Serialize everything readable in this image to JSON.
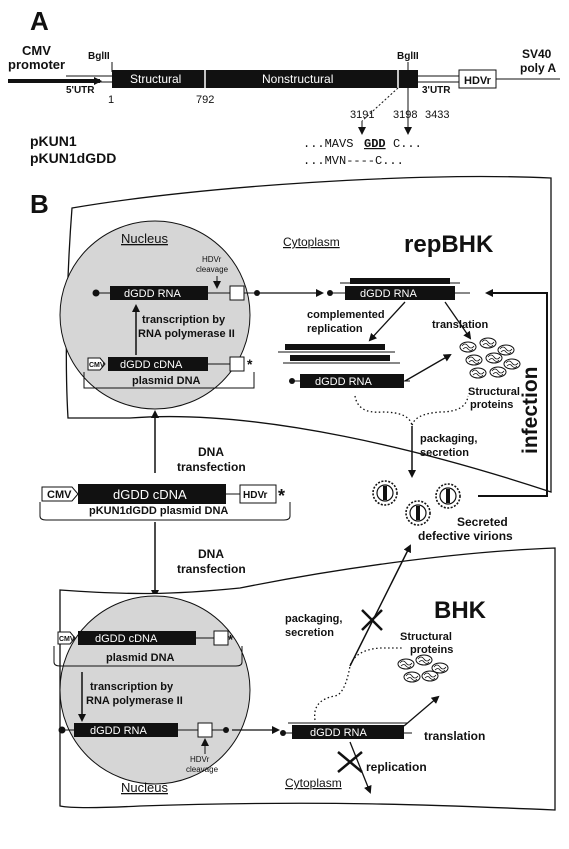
{
  "panel_a": {
    "label": "A",
    "cmv_promoter": [
      "CMV",
      "promoter"
    ],
    "bglii_left": "BglII",
    "bglii_right": "BglII",
    "utr5": "5'UTR",
    "structural": "Structural",
    "nonstructural": "Nonstructural",
    "utr3": "3'UTR",
    "hdvr": "HDVr",
    "sv40": [
      "SV40",
      "poly A"
    ],
    "pos_1": "1",
    "pos_792": "792",
    "pos_3191": "3191",
    "pos_3198": "3198",
    "pos_3433": "3433",
    "pkun1": "pKUN1",
    "pkun1dgdd": "pKUN1dGDD",
    "seq1_pre": "...MAVS",
    "seq1_gdd": "GDD",
    "seq1_post": "C...",
    "seq2": "...MVN----C..."
  },
  "panel_b": {
    "label": "B",
    "top_cell": {
      "name": "repBHK",
      "nucleus": "Nucleus",
      "cytoplasm": "Cytoplasm",
      "hdvr_cleavage": [
        "HDVr",
        "cleavage"
      ],
      "dgdd_rna": "dGDD RNA",
      "transcription": [
        "transcription by",
        "RNA polymerase II"
      ],
      "cmv": "CMV",
      "dgdd_cdna": "dGDD cDNA",
      "plasmid_dna": "plasmid DNA",
      "complemented": [
        "complemented",
        "replication"
      ],
      "translation": "translation",
      "structural_proteins": [
        "Structural",
        "proteins"
      ],
      "packaging": [
        "packaging,",
        "secretion"
      ],
      "infection": "infection"
    },
    "middle": {
      "dna_transfection_1": [
        "DNA",
        "transfection"
      ],
      "cmv": "CMV",
      "dgdd_cdna": "dGDD cDNA",
      "hdvr": "HDVr",
      "plasmid_label": "pKUN1dGDD plasmid DNA",
      "secreted": [
        "Secreted",
        "defective virions"
      ],
      "dna_transfection_2": [
        "DNA",
        "transfection"
      ]
    },
    "bottom_cell": {
      "name": "BHK",
      "cmv": "CMV",
      "dgdd_cdna": "dGDD cDNA",
      "plasmid_dna": "plasmid DNA",
      "transcription": [
        "transcription by",
        "RNA polymerase II"
      ],
      "dgdd_rna": "dGDD RNA",
      "hdvr_cleavage": [
        "HDVr",
        "cleavage"
      ],
      "nucleus": "Nucleus",
      "cytoplasm": "Cytoplasm",
      "packaging": [
        "packaging,",
        "secretion"
      ],
      "structural_proteins": [
        "Structural",
        "proteins"
      ],
      "translation": "translation",
      "replication": "replication"
    }
  }
}
